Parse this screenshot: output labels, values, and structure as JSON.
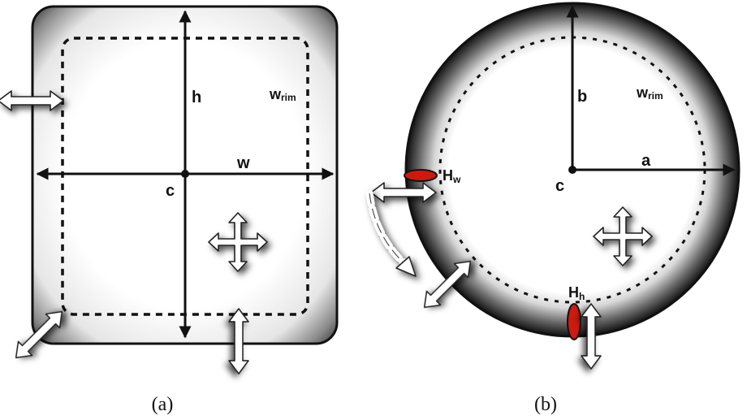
{
  "panel_a": {
    "caption": "(a)",
    "labels": {
      "height": "h",
      "width": "w",
      "center": "c",
      "rim_main": "w",
      "rim_sub": "rim"
    }
  },
  "panel_b": {
    "caption": "(b)",
    "labels": {
      "semi_axis_b": "b",
      "semi_axis_a": "a",
      "center": "c",
      "rim_main": "w",
      "rim_sub": "rim",
      "handle_w_main": "H",
      "handle_w_sub": "w",
      "handle_h_main": "H",
      "handle_h_sub": "h"
    }
  },
  "colors": {
    "stroke": "#111111",
    "shade": "#000000",
    "handle_fill": "#cc1a10",
    "arrow_fill": "#ffffff"
  },
  "icons": [
    "horizontal-resize-arrow-icon",
    "vertical-resize-arrow-icon",
    "diagonal-resize-arrow-icon",
    "move-cross-arrows-icon",
    "rotate-dashed-arrow-icon"
  ]
}
